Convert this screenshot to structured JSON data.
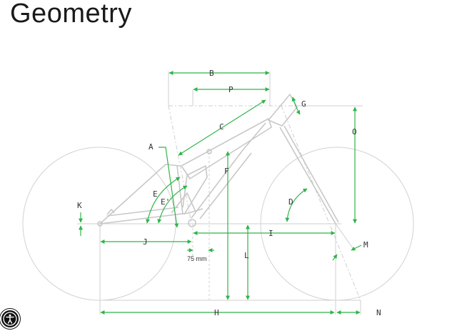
{
  "page": {
    "title": "Geometry"
  },
  "colors": {
    "accent": "#2fb54a",
    "frame": "#c8c8c8",
    "text": "#333333"
  },
  "diagram": {
    "labels": {
      "A": "A",
      "B": "B",
      "C": "C",
      "D": "D",
      "E": "E",
      "E2": "E'",
      "F": "F",
      "G": "G",
      "H": "H",
      "I": "I",
      "J": "J",
      "K": "K",
      "L": "L",
      "M": "M",
      "N": "N",
      "O": "O",
      "P": "P"
    },
    "bb_offset": "75 mm"
  },
  "icons": {
    "accessibility": "accessibility-icon"
  }
}
